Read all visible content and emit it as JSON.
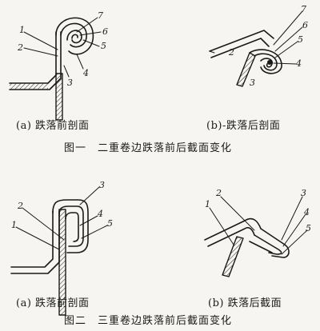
{
  "figure1": {
    "title": "图一　二重卷边跌落前后截面变化",
    "a": {
      "caption": "(a) 跌落前剖面",
      "labels": [
        "1",
        "2",
        "3",
        "4",
        "5",
        "6",
        "7"
      ]
    },
    "b": {
      "caption": "(b)-跌落后剖面",
      "labels": [
        "7",
        "6",
        "5",
        "4",
        "2",
        "3"
      ]
    }
  },
  "figure2": {
    "title": "图二　三重卷边跌落前后截面变化",
    "a": {
      "caption": "(a) 跌落前剖面",
      "labels": [
        "3",
        "2",
        "4",
        "1",
        "5"
      ]
    },
    "b": {
      "caption": "(b) 跌落后截面",
      "labels": [
        "2",
        "1",
        "3",
        "4",
        "5"
      ]
    }
  }
}
